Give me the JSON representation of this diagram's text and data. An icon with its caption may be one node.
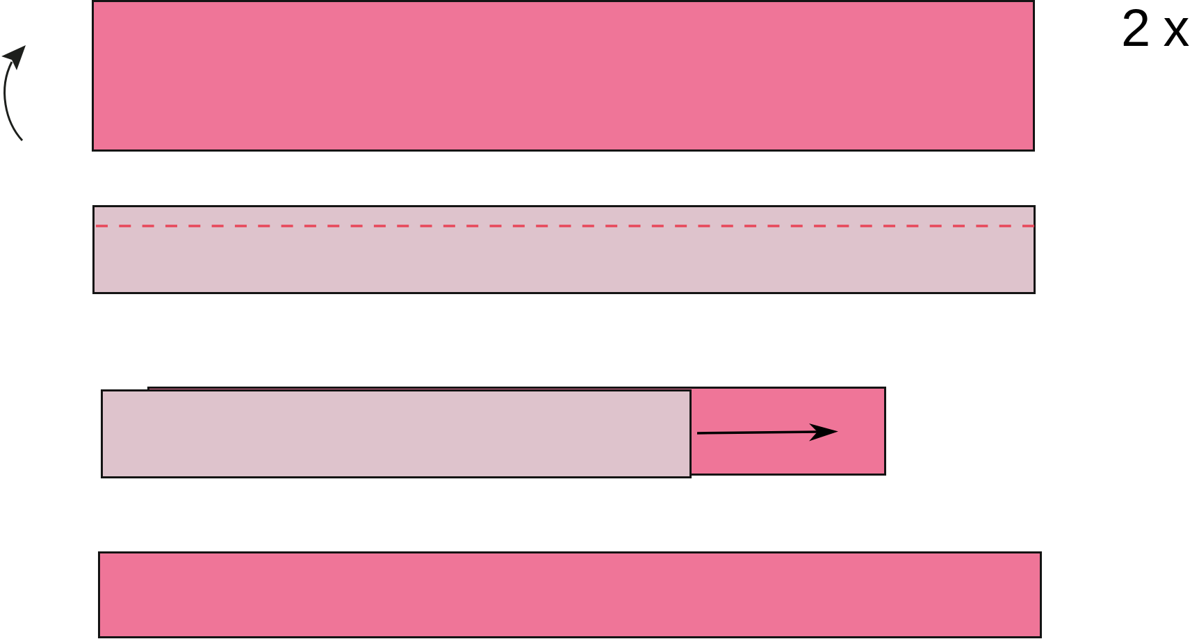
{
  "diagram": {
    "nodes": [
      {
        "text": [],
        "shape": "box"
      },
      {
        "text": [],
        "shape": "box"
      },
      {
        "text": [],
        "shape": "box"
      },
      {
        "text": [],
        "shape": "box"
      },
      {
        "text": [],
        "shape": "box"
      }
    ],
    "labels": [
      "2 x"
    ]
  }
}
